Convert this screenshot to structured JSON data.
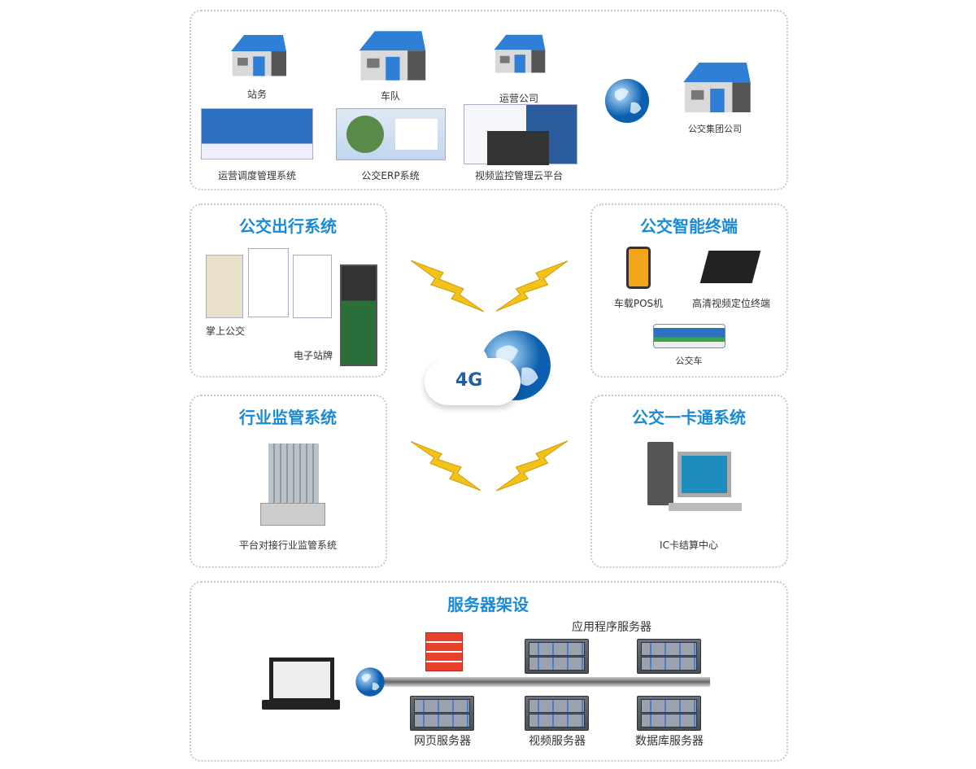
{
  "top": {
    "station": "站务",
    "fleet": "车队",
    "operator": "运营公司",
    "group": "公交集团公司",
    "dispatch": "运营调度管理系统",
    "erp": "公交ERP系统",
    "video": "视频监控管理云平台"
  },
  "travel": {
    "title": "公交出行系统",
    "mobile": "掌上公交",
    "sign": "电子站牌"
  },
  "terminal": {
    "title": "公交智能终端",
    "pos": "车载POS机",
    "hd": "高清视频定位终端",
    "bus": "公交车"
  },
  "center": {
    "network": "4G"
  },
  "regulate": {
    "title": "行业监管系统",
    "label": "平台对接行业监管系统"
  },
  "card": {
    "title": "公交一卡通系统",
    "label": "IC卡结算中心"
  },
  "servers": {
    "title": "服务器架设",
    "app": "应用程序服务器",
    "web": "网页服务器",
    "video": "视频服务器",
    "db": "数据库服务器"
  },
  "colors": {
    "accent": "#1b8ad6",
    "roof": "#2f7fd6",
    "bolt": "#f2c21b"
  }
}
